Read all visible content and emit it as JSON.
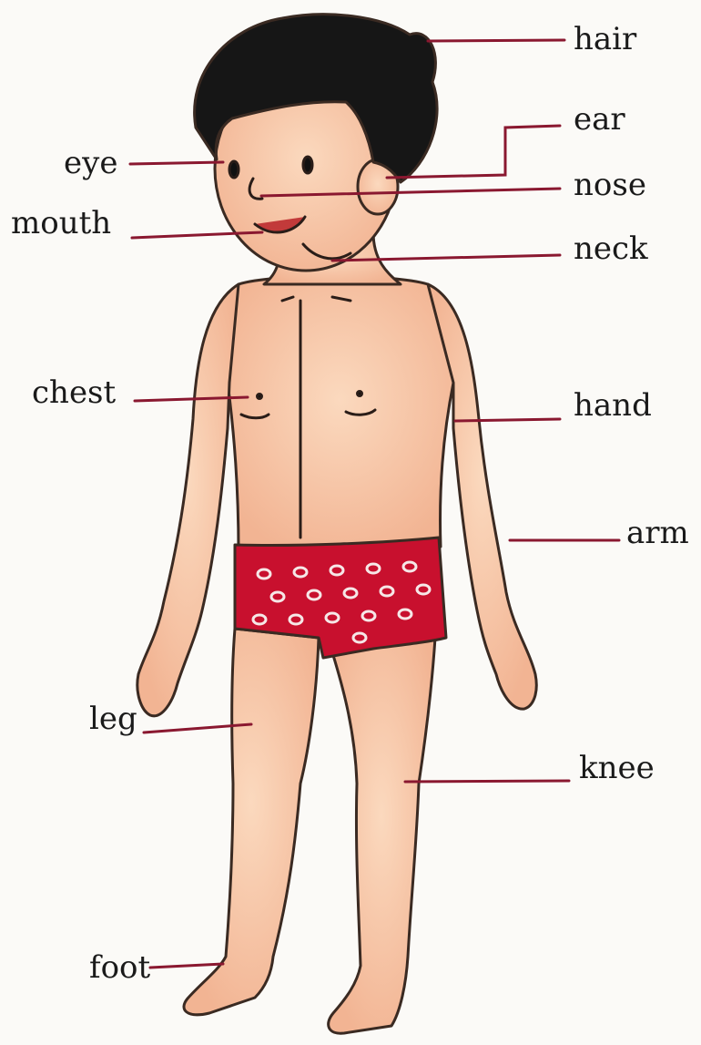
{
  "colors": {
    "skin": "#f8cfb0",
    "skin_shadow": "#eea98a",
    "hair": "#161616",
    "outline": "#3a2a22",
    "briefs": "#c8102e",
    "briefs_dots": "#f6e7e7",
    "pointer_line": "#8a1830",
    "background": "#fbfaf7"
  },
  "labels": {
    "hair": "hair",
    "ear": "ear",
    "eye": "eye",
    "nose": "nose",
    "mouth": "mouth",
    "neck": "neck",
    "chest": "chest",
    "hand": "hand",
    "arm": "arm",
    "leg": "leg",
    "knee": "knee",
    "foot": "foot"
  }
}
